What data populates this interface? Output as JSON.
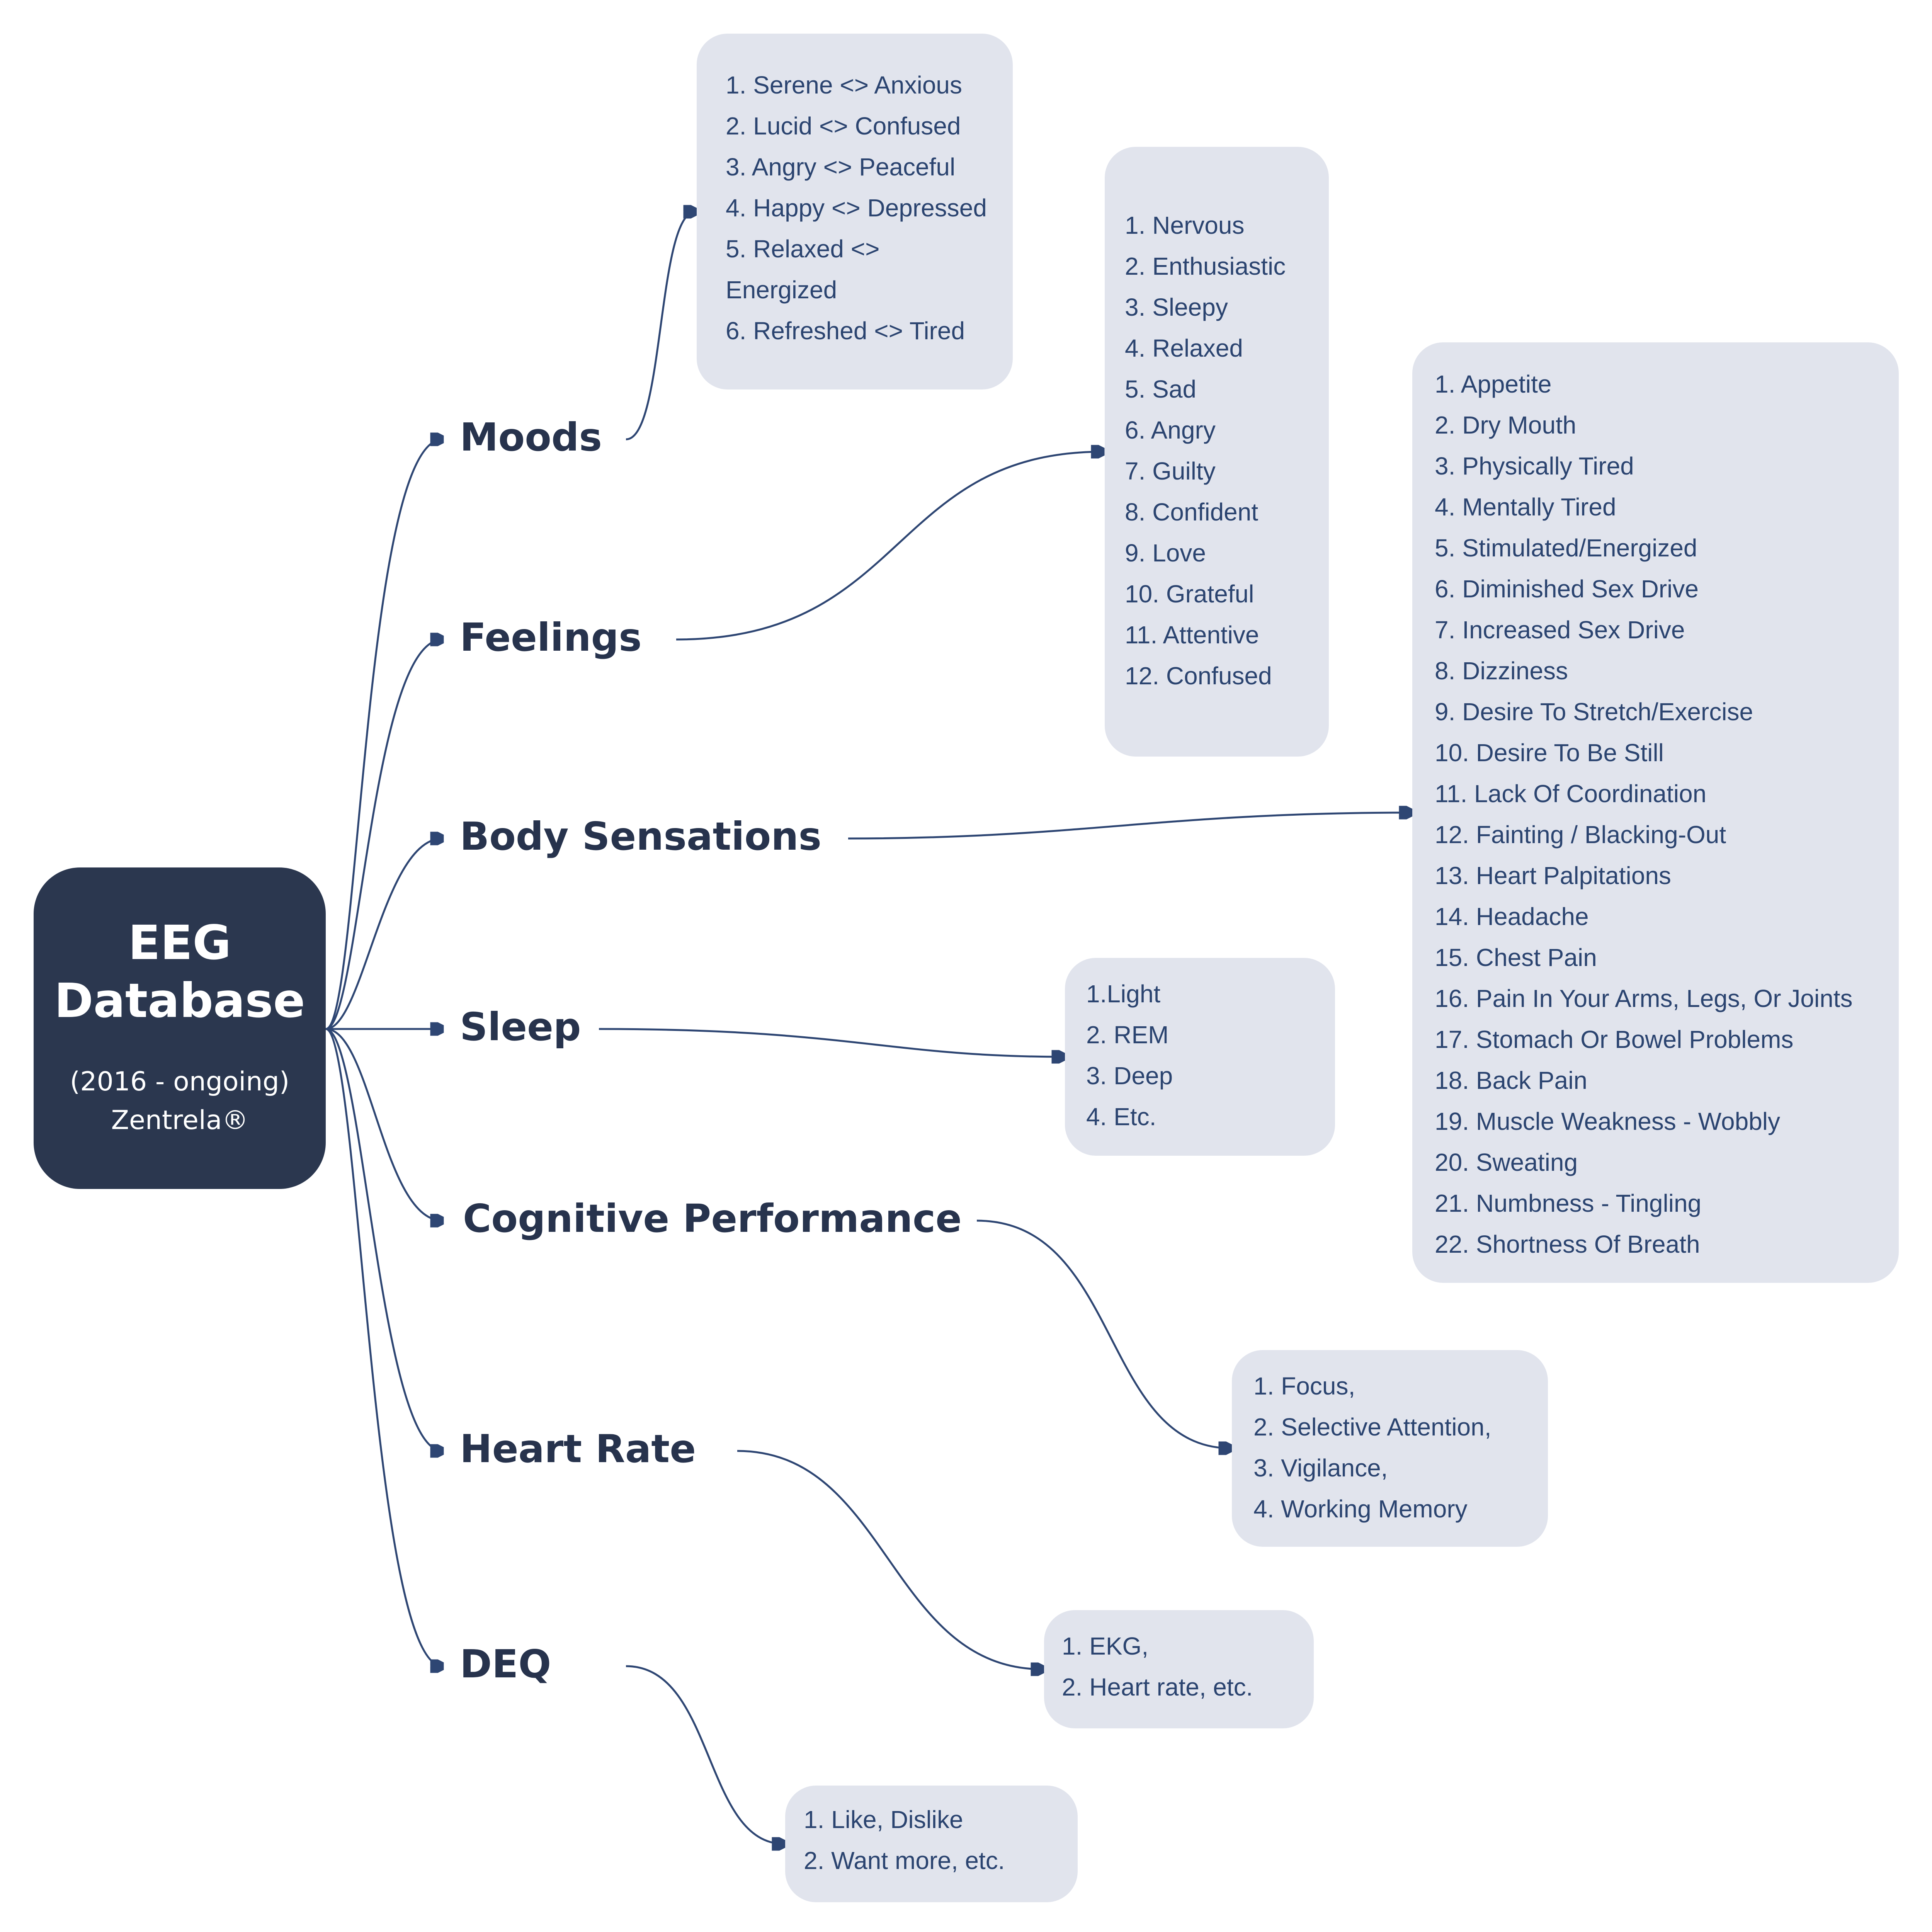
{
  "root": {
    "title_line1": "EEG",
    "title_line2": "Database",
    "subtitle_line1": "(2016 - ongoing)",
    "subtitle_line2": "Zentrela®"
  },
  "colors": {
    "root_fill": "#2b374f",
    "box_fill": "#e1e4ed",
    "line": "#2e4673",
    "branch_text": "#27334d",
    "box_text": "#2b4470"
  },
  "branches": [
    {
      "label": "Moods",
      "items": [
        "1. Serene <> Anxious",
        "2. Lucid <> Confused",
        "3. Angry <> Peaceful",
        "4. Happy <> Depressed",
        "5. Relaxed <>",
        "Energized",
        "6. Refreshed <> Tired"
      ]
    },
    {
      "label": "Feelings",
      "items": [
        "1. Nervous",
        "2. Enthusiastic",
        "3. Sleepy",
        "4. Relaxed",
        "5. Sad",
        "6. Angry",
        "7. Guilty",
        "8. Confident",
        "9. Love",
        "10. Grateful",
        "11. Attentive",
        "12. Confused"
      ]
    },
    {
      "label": "Body Sensations",
      "items": [
        "1. Appetite",
        "2. Dry Mouth",
        "3. Physically Tired",
        "4. Mentally Tired",
        "5. Stimulated/Energized",
        "6. Diminished Sex Drive",
        "7. Increased Sex Drive",
        "8. Dizziness",
        "9. Desire To Stretch/Exercise",
        "10. Desire To Be Still",
        "11. Lack Of Coordination",
        "12. Fainting / Blacking-Out",
        "13. Heart Palpitations",
        "14. Headache",
        "15. Chest Pain",
        "16. Pain In Your Arms, Legs, Or Joints",
        "17. Stomach Or Bowel Problems",
        "18. Back Pain",
        "19. Muscle Weakness - Wobbly",
        "20. Sweating",
        "21. Numbness - Tingling",
        "22. Shortness Of Breath"
      ]
    },
    {
      "label": "Sleep",
      "items": [
        "1.Light",
        "2. REM",
        "3. Deep",
        "4. Etc."
      ]
    },
    {
      "label": "Cognitive Performance",
      "items": [
        "1. Focus,",
        "2. Selective Attention,",
        "3. Vigilance,",
        "4. Working Memory"
      ]
    },
    {
      "label": "Heart Rate",
      "items": [
        "1. EKG,",
        "2. Heart rate,  etc."
      ]
    },
    {
      "label": "DEQ",
      "items": [
        "1. Like, Dislike",
        "2. Want more, etc."
      ]
    }
  ]
}
